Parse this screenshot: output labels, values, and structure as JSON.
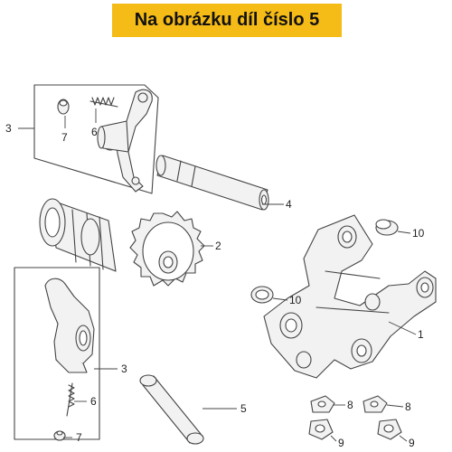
{
  "banner": {
    "text": "Na obrázku díl číslo 5",
    "color": "#f5bb16"
  },
  "diagram": {
    "line_color": "#444444",
    "part_fill": "#f2f2f2",
    "callouts": {
      "upper_rocker_assembly": "3",
      "upper_spring": "6",
      "upper_pin": "7",
      "upper_shaft": "4",
      "camshaft_sprocket": "2",
      "lower_rocker_assembly": "3",
      "lower_spring": "6",
      "lower_pin": "7",
      "lower_shaft": "5",
      "cylinder_head_bracket": "1",
      "dowel_upper": "10",
      "dowel_left": "10",
      "washer_left": "8",
      "washer_right": "8",
      "nut_left": "9",
      "nut_right": "9"
    }
  }
}
